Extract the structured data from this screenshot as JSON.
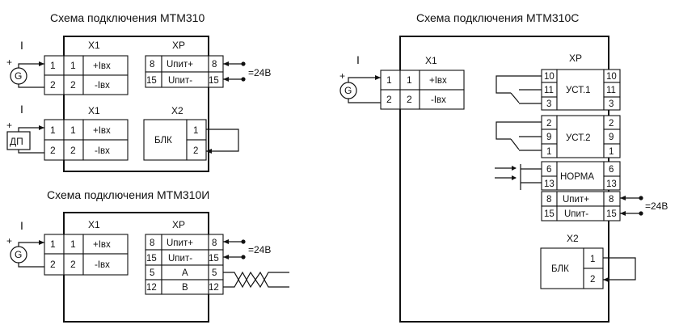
{
  "schemes": {
    "mtm310": {
      "title": "Схема подключения МТМ310",
      "x1_top": "X1",
      "x1_bottom": "X1",
      "xp": "XP",
      "x2": "X2",
      "pin1": "1",
      "pin2": "2",
      "plus_iin": "+Iвх",
      "minus_iin": "-Iвх",
      "pin8": "8",
      "pin15": "15",
      "upit_plus": "Uпит+",
      "upit_minus": "Uпит-",
      "blk": "БЛК",
      "supply": "=24В",
      "source_current_label": "I",
      "source_g": "G",
      "source_dp": "ДП",
      "plus_sign": "+"
    },
    "mtm310i": {
      "title": "Схема подключения МТМ310И",
      "x1": "X1",
      "xp": "XP",
      "pin1": "1",
      "pin2": "2",
      "plus_iin": "+Iвх",
      "minus_iin": "-Iвх",
      "pin8": "8",
      "pin15": "15",
      "pin5": "5",
      "pin12": "12",
      "upit_plus": "Uпит+",
      "upit_minus": "Uпит-",
      "line_a": "A",
      "line_b": "B",
      "supply": "=24В",
      "source_current_label": "I",
      "source_g": "G",
      "plus_sign": "+"
    },
    "mtm310c": {
      "title": "Схема подключения МТМ310С",
      "x1": "X1",
      "xp": "XP",
      "x2": "X2",
      "pin1": "1",
      "pin2": "2",
      "plus_iin": "+Iвх",
      "minus_iin": "-Iвх",
      "pins": [
        "10",
        "11",
        "3",
        "2",
        "9",
        "1",
        "6",
        "13",
        "8",
        "15"
      ],
      "ust1": "УСТ.1",
      "ust2": "УСТ.2",
      "norma": "НОРМА",
      "upit_plus": "Uпит+",
      "upit_minus": "Uпит-",
      "blk": "БЛК",
      "supply": "=24В",
      "source_current_label": "I",
      "source_g": "G",
      "plus_sign": "+"
    }
  }
}
